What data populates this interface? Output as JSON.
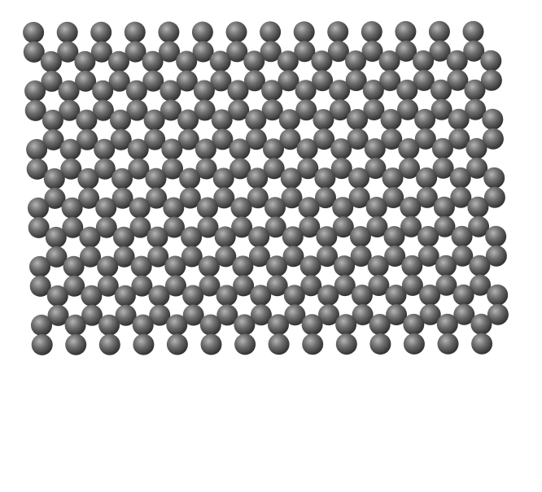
{
  "image": {
    "subject": "graphene-lattice-ball-and-stick",
    "lattice": {
      "type": "honeycomb",
      "columns": 14,
      "rows": 11,
      "colors": {
        "background": "#ffffff",
        "atom_highlight": "#b4b4b4",
        "atom_mid": "#6e6e6e",
        "atom_shadow": "#2c2c2c",
        "bond": "#666666"
      }
    }
  }
}
